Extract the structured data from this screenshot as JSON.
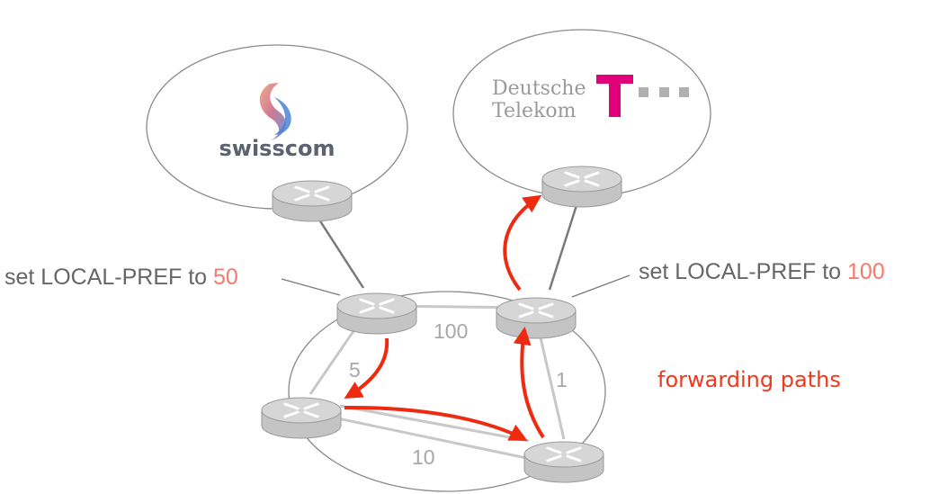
{
  "isp_left": {
    "name": "swisscom"
  },
  "isp_right": {
    "name_line1": "Deutsche",
    "name_line2": "Telekom",
    "logo_letter": "T"
  },
  "annotations": {
    "left": {
      "prefix": "set LOCAL-PREF to ",
      "value": "50"
    },
    "right": {
      "prefix": "set LOCAL-PREF to ",
      "value": "100"
    }
  },
  "link_weights": {
    "top": "100",
    "left": "5",
    "right": "1",
    "bottom": "10"
  },
  "legend": {
    "label": "forwarding paths"
  },
  "colors": {
    "path": "#ee2a10",
    "highlight": "#f47a6a",
    "router_fill": "#d6d6d6",
    "router_mark": "#ffffff",
    "link": "#c8c8c8",
    "ellipse": "#8a8a8a",
    "telekom_magenta": "#e2007a",
    "telekom_dot": "#b0b0b0"
  },
  "routers": [
    {
      "id": "swisscom-edge"
    },
    {
      "id": "telekom-edge"
    },
    {
      "id": "as-left-top"
    },
    {
      "id": "as-right-top"
    },
    {
      "id": "as-left-bottom"
    },
    {
      "id": "as-right-bottom"
    }
  ]
}
